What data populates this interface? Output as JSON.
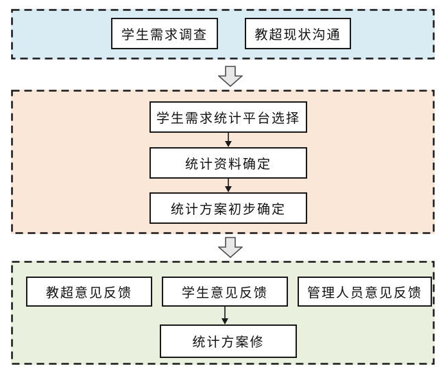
{
  "diagram": {
    "type": "flowchart",
    "stages": {
      "survey": {
        "boxes": [
          {
            "label": "学生需求调查"
          },
          {
            "label": "教超现状沟通"
          }
        ]
      },
      "planning": {
        "boxes": [
          {
            "label": "学生需求统计平台选择"
          },
          {
            "label": "统计资料确定"
          },
          {
            "label": "统计方案初步确定"
          }
        ]
      },
      "feedback": {
        "boxes": [
          {
            "label": "教超意见反馈"
          },
          {
            "label": "学生意见反馈"
          },
          {
            "label": "管理人员意见反馈"
          }
        ],
        "result": {
          "label": "统计方案修"
        }
      }
    },
    "colors": {
      "stage_survey_bg": "#d9ecf3",
      "stage_planning_bg": "#fbe7d8",
      "stage_feedback_bg": "#e9f1de",
      "box_bg": "#ffffff",
      "box_border": "#1a1a1a",
      "stage_border": "#1a1a1a",
      "block_arrow_fill": "#e8e8e8",
      "block_arrow_border": "#4d4d4d",
      "connector": "#1a1a1a"
    }
  }
}
